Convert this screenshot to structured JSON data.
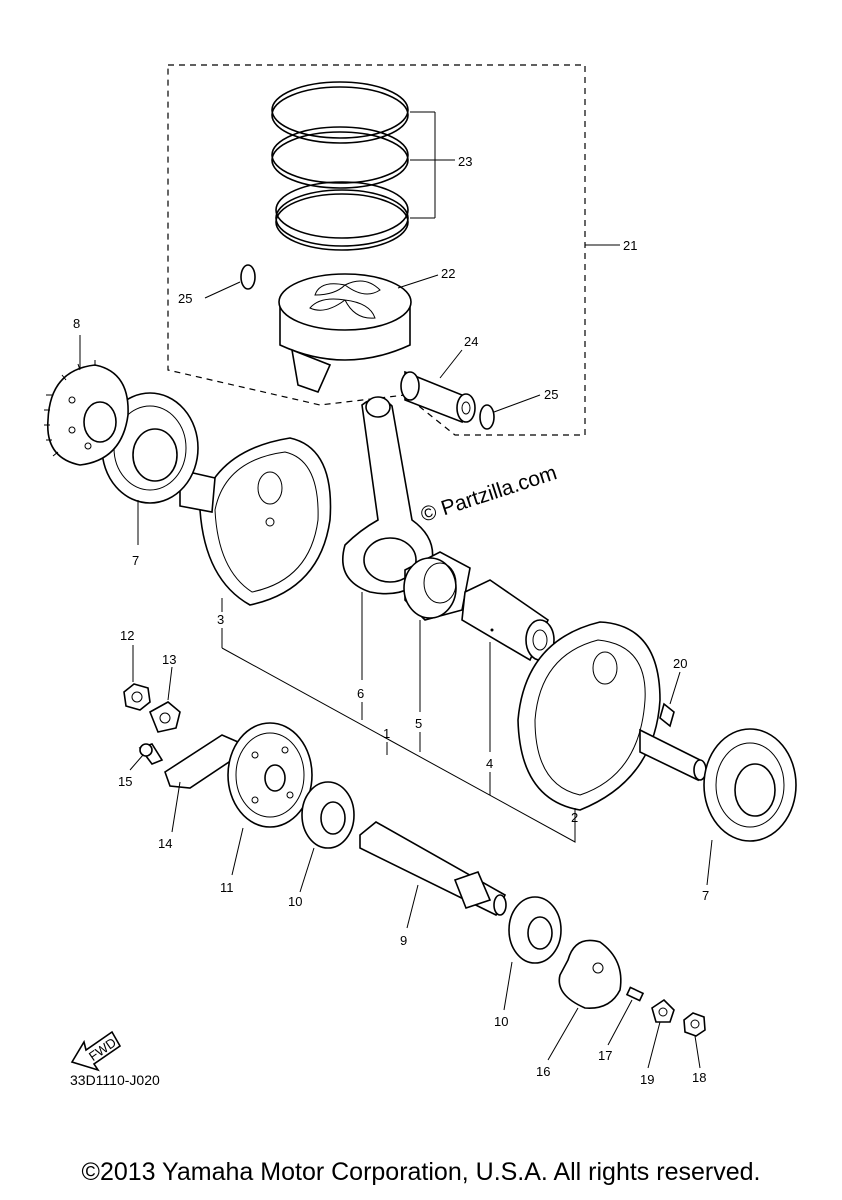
{
  "diagram": {
    "code": "33D1110-J020",
    "watermark": "© Partzilla.com",
    "fwd": "FWD",
    "copyright": "©2013 Yamaha Motor Corporation, U.S.A. All rights reserved."
  },
  "callouts": [
    {
      "id": "p1",
      "text": "1"
    },
    {
      "id": "p2",
      "text": "2"
    },
    {
      "id": "p3",
      "text": "3"
    },
    {
      "id": "p4",
      "text": "4"
    },
    {
      "id": "p5",
      "text": "5"
    },
    {
      "id": "p6",
      "text": "6"
    },
    {
      "id": "p7a",
      "text": "7"
    },
    {
      "id": "p7b",
      "text": "7"
    },
    {
      "id": "p8",
      "text": "8"
    },
    {
      "id": "p9",
      "text": "9"
    },
    {
      "id": "p10a",
      "text": "10"
    },
    {
      "id": "p10b",
      "text": "10"
    },
    {
      "id": "p11",
      "text": "11"
    },
    {
      "id": "p12",
      "text": "12"
    },
    {
      "id": "p13",
      "text": "13"
    },
    {
      "id": "p14",
      "text": "14"
    },
    {
      "id": "p15",
      "text": "15"
    },
    {
      "id": "p16",
      "text": "16"
    },
    {
      "id": "p17",
      "text": "17"
    },
    {
      "id": "p18",
      "text": "18"
    },
    {
      "id": "p19",
      "text": "19"
    },
    {
      "id": "p20",
      "text": "20"
    },
    {
      "id": "p21",
      "text": "21"
    },
    {
      "id": "p22",
      "text": "22"
    },
    {
      "id": "p23",
      "text": "23"
    },
    {
      "id": "p24",
      "text": "24"
    },
    {
      "id": "p25a",
      "text": "25"
    },
    {
      "id": "p25b",
      "text": "25"
    }
  ]
}
